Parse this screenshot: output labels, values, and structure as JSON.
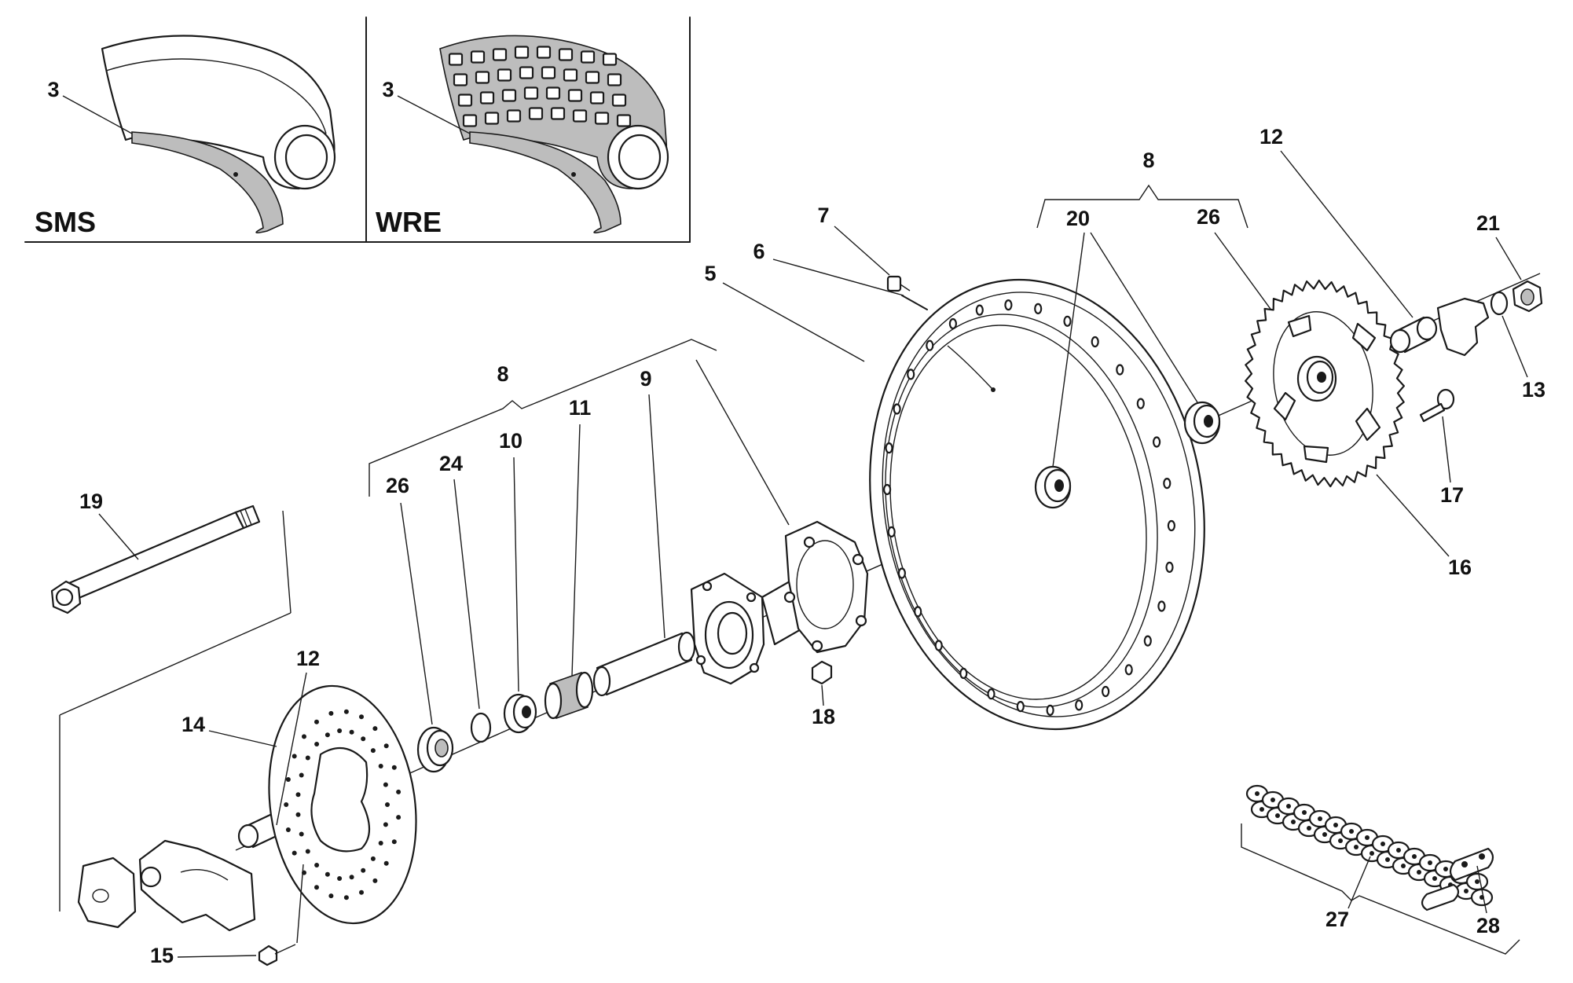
{
  "inset_panels": [
    {
      "label": "SMS",
      "callout": "3"
    },
    {
      "label": "WRE",
      "callout": "3"
    }
  ],
  "callouts": {
    "c5": "5",
    "c6": "6",
    "c7": "7",
    "c8_hub": "8",
    "c8_rim": "8",
    "c9": "9",
    "c10": "10",
    "c11": "11",
    "c12_top": "12",
    "c12_left": "12",
    "c13": "13",
    "c14": "14",
    "c15": "15",
    "c16": "16",
    "c17": "17",
    "c18": "18",
    "c19": "19",
    "c20": "20",
    "c21": "21",
    "c24": "24",
    "c26_left": "26",
    "c26_right": "26",
    "c27": "27",
    "c28": "28"
  },
  "icons": [
    "tire-sms-icon",
    "tire-wre-icon",
    "rim-icon",
    "hub-icon",
    "sprocket-icon",
    "brake-disc-icon",
    "axle-icon",
    "chain-icon"
  ]
}
